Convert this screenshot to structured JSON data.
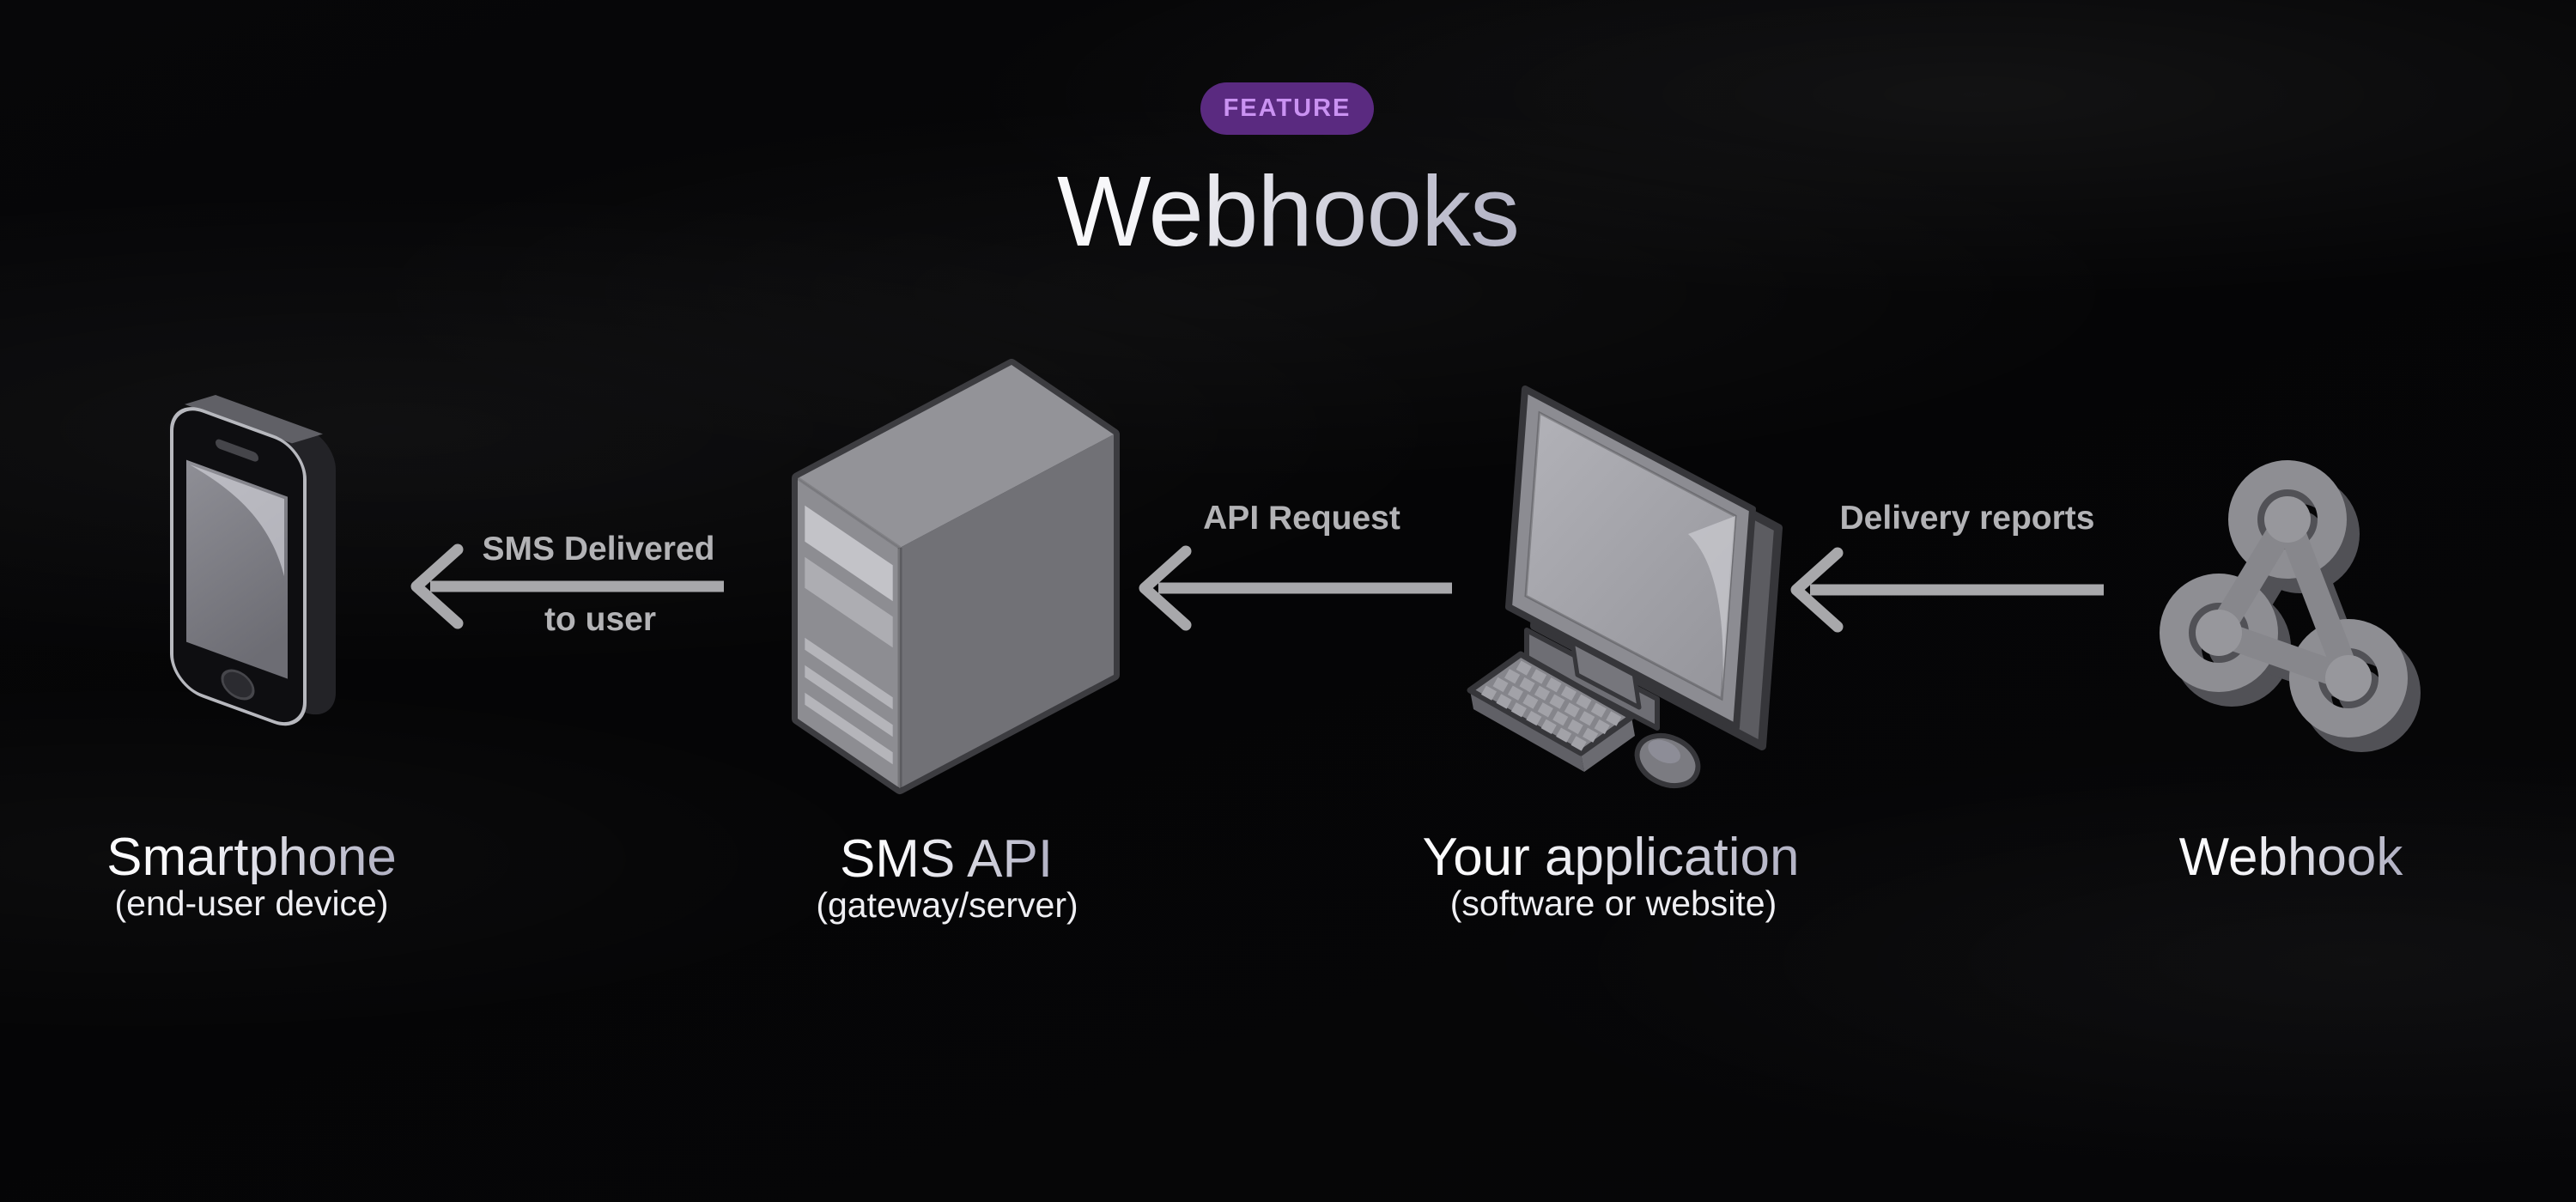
{
  "badge": {
    "label": "FEATURE"
  },
  "title": "Webhooks",
  "nodes": [
    {
      "name": "Smartphone",
      "subtitle": "(end-user device)",
      "icon": "smartphone-icon"
    },
    {
      "name": "SMS API",
      "subtitle": "(gateway/server)",
      "icon": "server-icon"
    },
    {
      "name": "Your application",
      "subtitle": "(software or website)",
      "icon": "computer-icon"
    },
    {
      "name": "Webhook",
      "subtitle": "",
      "icon": "webhook-3d-icon"
    }
  ],
  "arrows": [
    {
      "lines": [
        "SMS Delivered",
        "to user"
      ],
      "direction": "left"
    },
    {
      "lines": [
        "API Request"
      ],
      "direction": "left"
    },
    {
      "lines": [
        "Delivery reports"
      ],
      "direction": "left"
    }
  ],
  "colors": {
    "background": "#050507",
    "badge_bg": "#5a2a80",
    "badge_text": "#ca92f2",
    "title_text": "#dcdce6",
    "label_text": "#e4e4ec",
    "arrow_gray": "#a8a8ab",
    "icon_gray": "#8d8d92"
  }
}
